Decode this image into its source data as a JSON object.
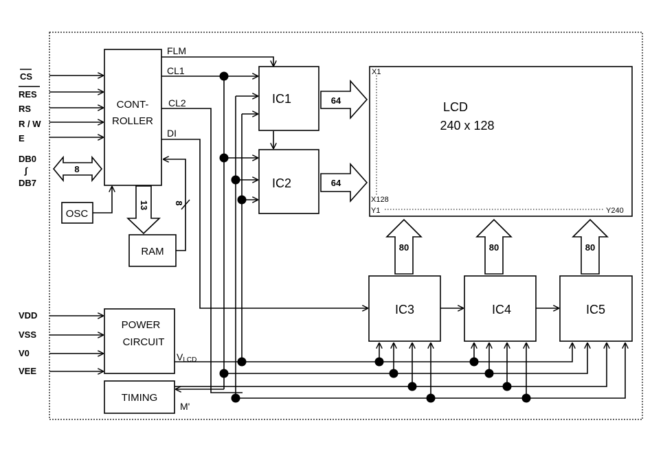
{
  "blocks": {
    "controller": [
      "CONT-",
      "ROLLER"
    ],
    "osc": "OSC",
    "ram": "RAM",
    "ic1": "IC1",
    "ic2": "IC2",
    "ic3": "IC3",
    "ic4": "IC4",
    "ic5": "IC5",
    "power": [
      "POWER",
      "CIRCUIT"
    ],
    "timing": "TIMING",
    "lcd": [
      "LCD",
      "240 x 128"
    ]
  },
  "lcd_corners": {
    "x1": "X1",
    "x128": "X128",
    "y1": "Y1",
    "y240": "Y240"
  },
  "input_pins": {
    "cs": "CS",
    "res": "RES",
    "rs": "RS",
    "rw": "R / W",
    "e": "E",
    "db0": "DB0",
    "tilde": "∫",
    "db7": "DB7"
  },
  "power_pins": {
    "vdd": "VDD",
    "vss": "VSS",
    "v0": "V0",
    "vee": "VEE"
  },
  "signals": {
    "flm": "FLM",
    "cl1": "CL1",
    "cl2": "CL2",
    "di": "DI",
    "vlcd_main": "V",
    "vlcd_sub": "LCD",
    "m": "M'"
  },
  "bus_widths": {
    "db_bus": "8",
    "ram_addr": "13",
    "ram_data": "8",
    "ic1_out": "64",
    "ic2_out": "64",
    "ic3_out": "80",
    "ic4_out": "80",
    "ic5_out": "80"
  }
}
